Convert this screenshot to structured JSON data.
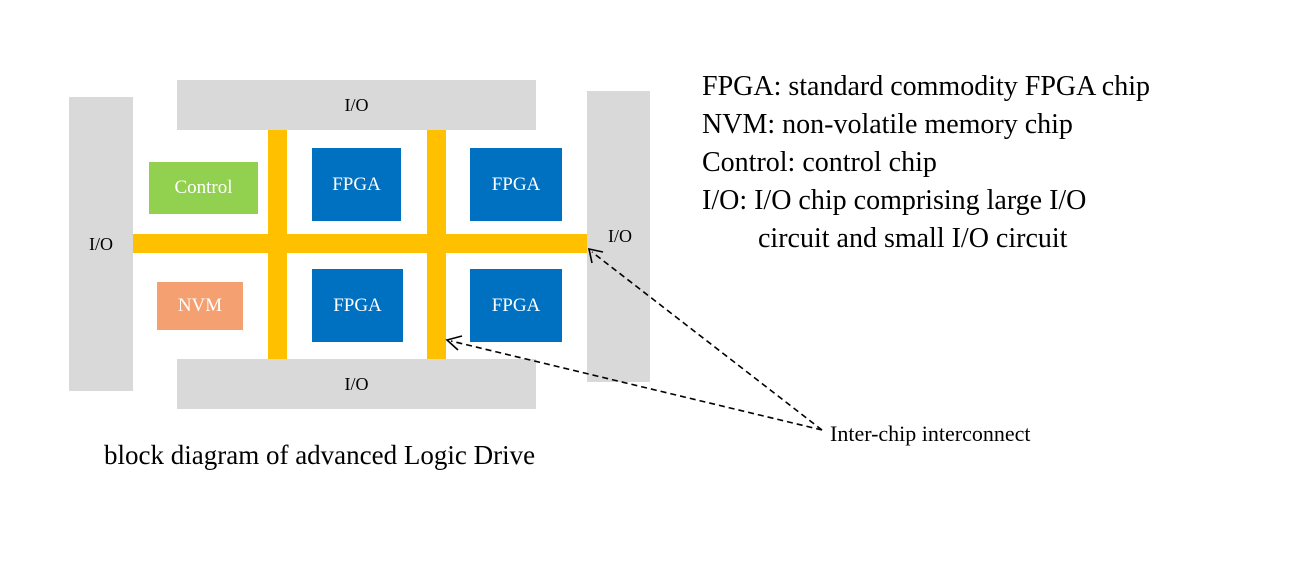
{
  "diagram": {
    "io_top": "I/O",
    "io_bottom": "I/O",
    "io_left": "I/O",
    "io_right": "I/O",
    "fpga_1": "FPGA",
    "fpga_2": "FPGA",
    "fpga_3": "FPGA",
    "fpga_4": "FPGA",
    "control": "Control",
    "nvm": "NVM"
  },
  "caption": "block diagram of advanced Logic Drive",
  "legend": {
    "line_1": "FPGA: standard commodity FPGA chip",
    "line_2": "NVM: non-volatile memory chip",
    "line_3": "Control: control chip",
    "line_4": "I/O: I/O chip comprising large I/O",
    "line_5": "circuit and small I/O circuit"
  },
  "pointer_label": "Inter-chip interconnect",
  "colors": {
    "io": "#d9d9d9",
    "fpga": "#0070c0",
    "control": "#92d050",
    "nvm": "#f4a070",
    "interconnect": "#ffc000"
  }
}
